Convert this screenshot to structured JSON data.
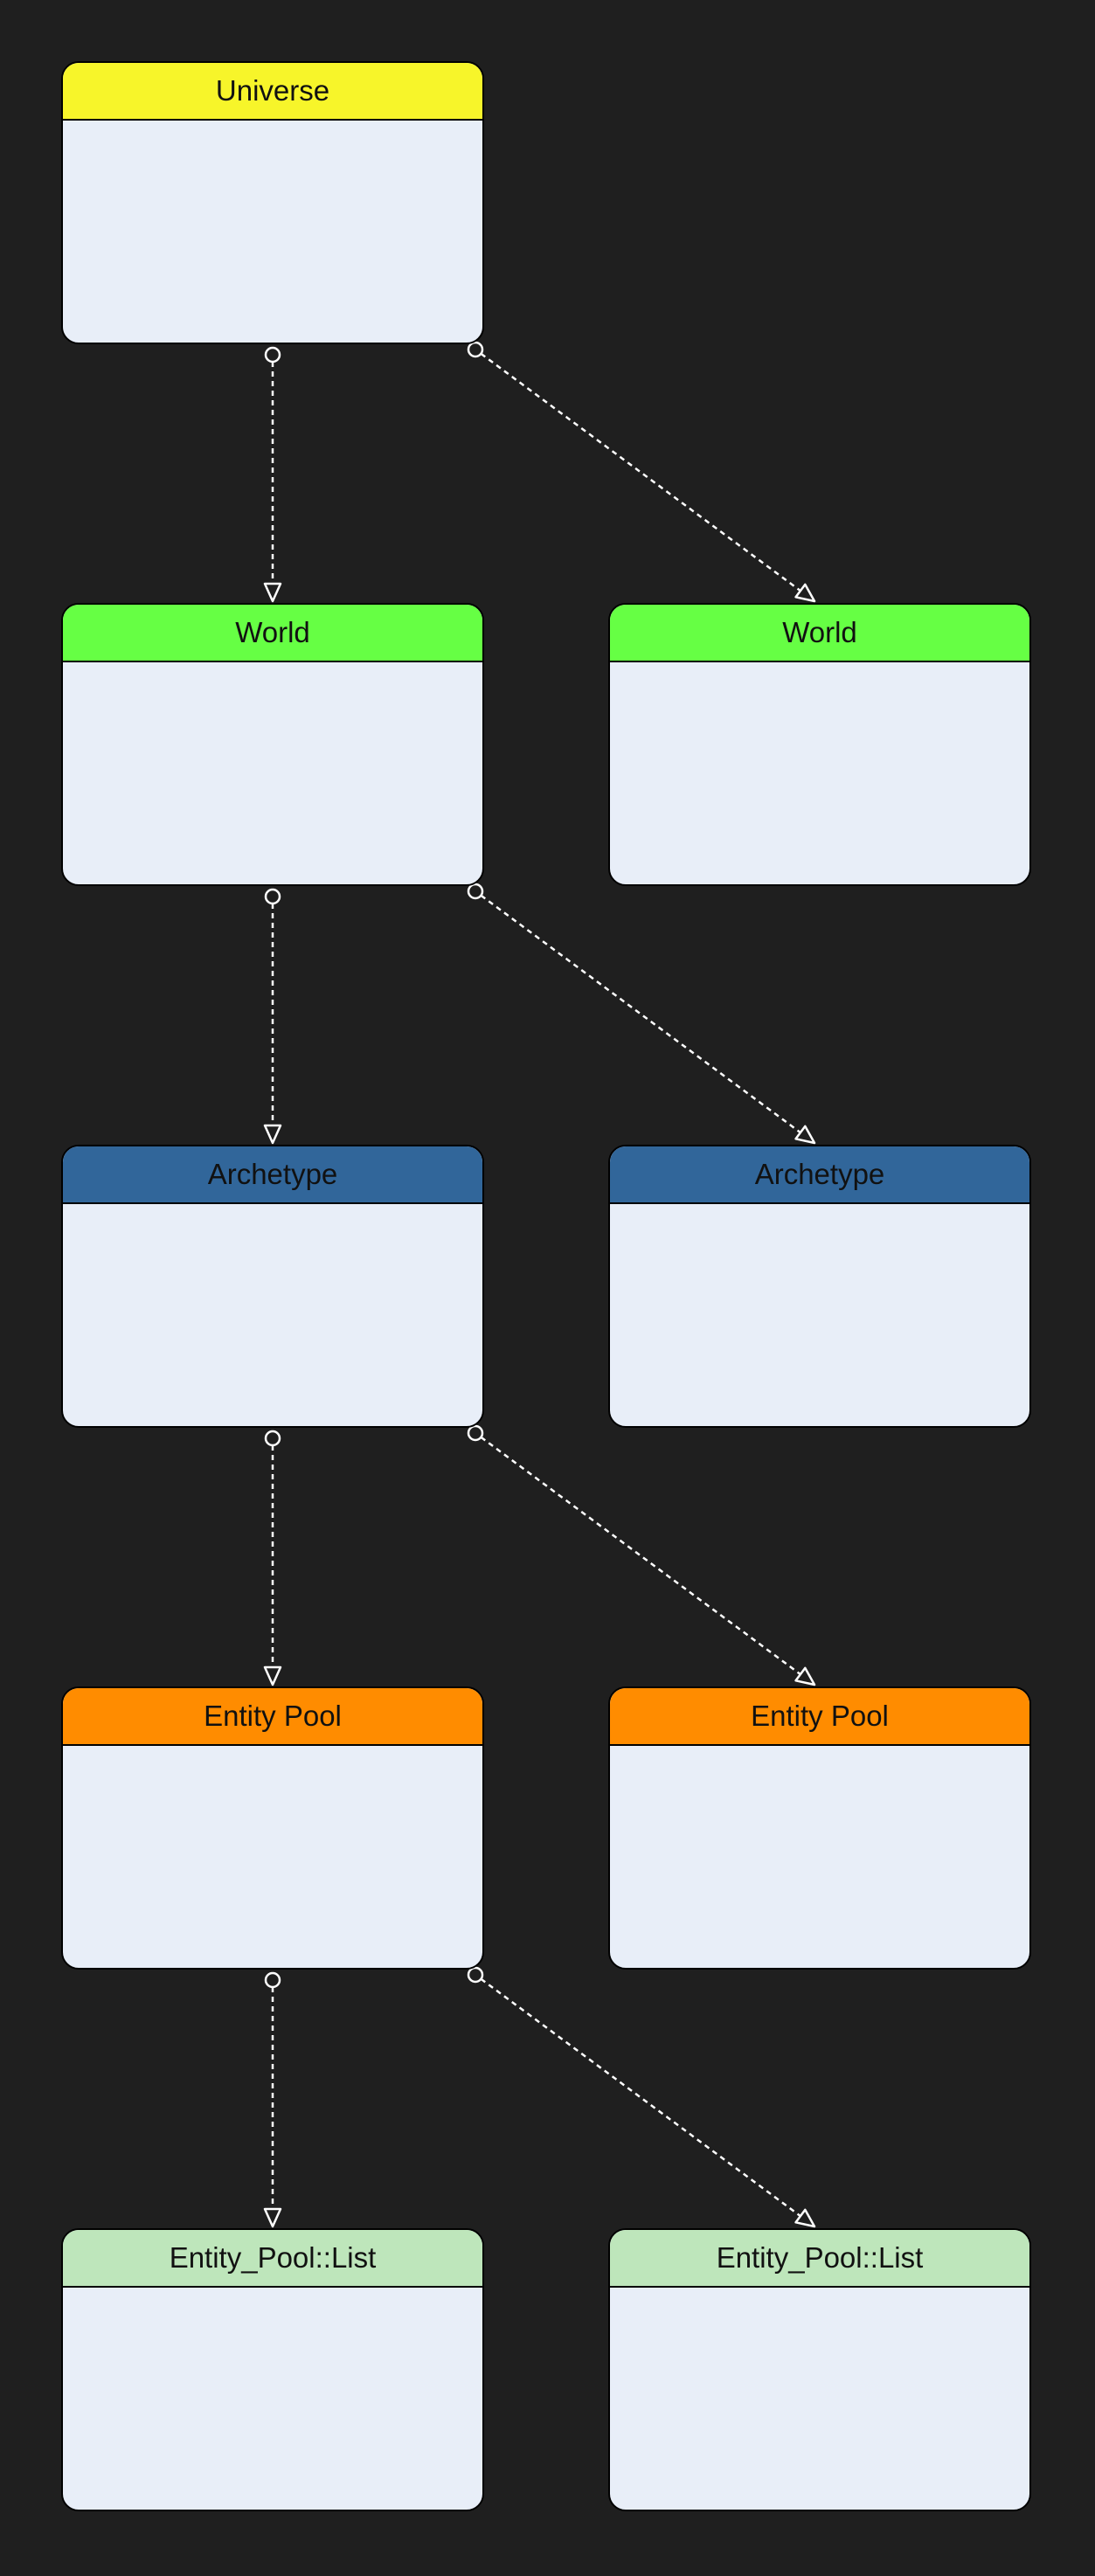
{
  "colors": {
    "background": "#1f1f1f",
    "body": "#e8eef8",
    "universe": "#f7f52a",
    "world": "#66ff44",
    "archetype": "#31669a",
    "entity_pool": "#ff8c00",
    "entity_pool_list": "#bee6bb",
    "edge": "#ffffff"
  },
  "nodes": [
    {
      "id": "universe",
      "label": "Universe",
      "color_key": "universe"
    },
    {
      "id": "world-1",
      "label": "World",
      "color_key": "world"
    },
    {
      "id": "world-2",
      "label": "World",
      "color_key": "world"
    },
    {
      "id": "archetype-1",
      "label": "Archetype",
      "color_key": "archetype"
    },
    {
      "id": "archetype-2",
      "label": "Archetype",
      "color_key": "archetype"
    },
    {
      "id": "entity-pool-1",
      "label": "Entity Pool",
      "color_key": "entity_pool"
    },
    {
      "id": "entity-pool-2",
      "label": "Entity Pool",
      "color_key": "entity_pool"
    },
    {
      "id": "entity-pool-list-1",
      "label": "Entity_Pool::List",
      "color_key": "entity_pool_list"
    },
    {
      "id": "entity-pool-list-2",
      "label": "Entity_Pool::List",
      "color_key": "entity_pool_list"
    }
  ],
  "edges": [
    {
      "from": "universe",
      "to": "world-1"
    },
    {
      "from": "universe",
      "to": "world-2"
    },
    {
      "from": "world-1",
      "to": "archetype-1"
    },
    {
      "from": "world-1",
      "to": "archetype-2"
    },
    {
      "from": "archetype-1",
      "to": "entity-pool-1"
    },
    {
      "from": "archetype-1",
      "to": "entity-pool-2"
    },
    {
      "from": "entity-pool-1",
      "to": "entity-pool-list-1"
    },
    {
      "from": "entity-pool-1",
      "to": "entity-pool-list-2"
    }
  ]
}
